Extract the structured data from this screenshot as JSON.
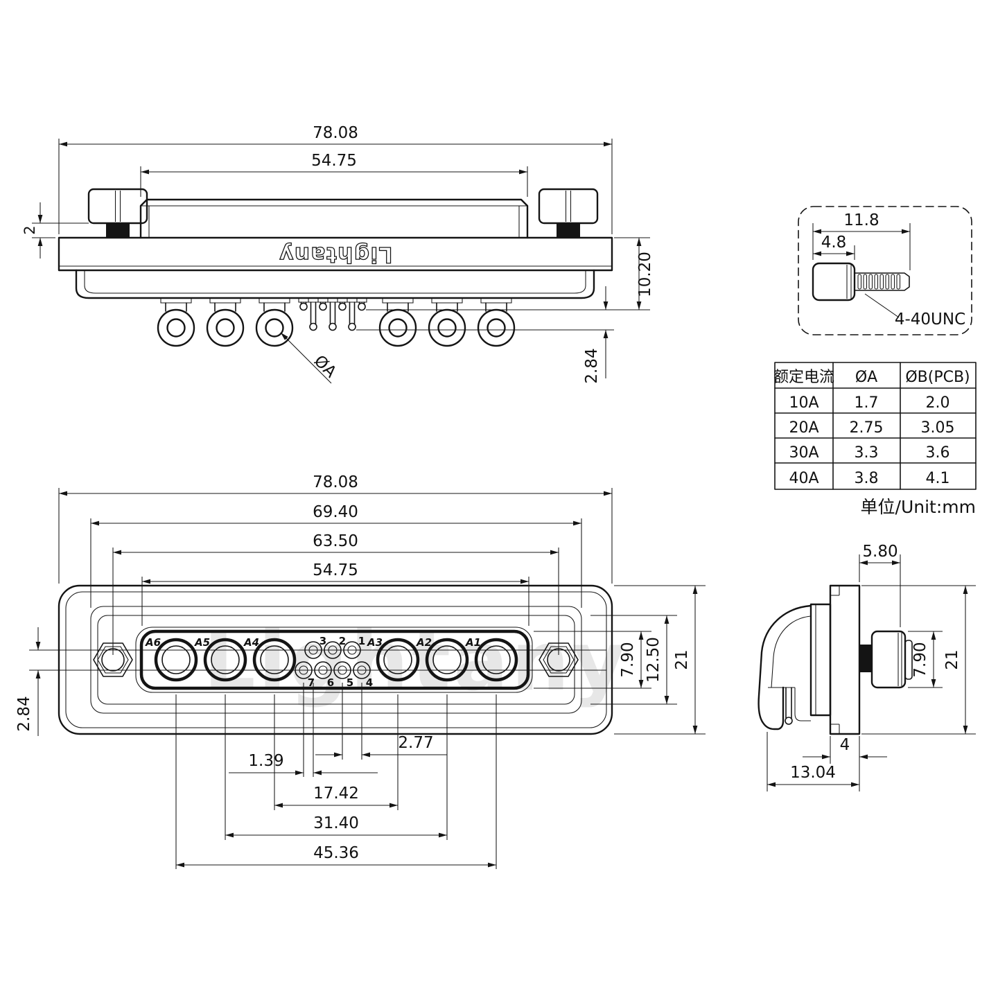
{
  "brand": {
    "logo_top_view": "Lightany",
    "watermark": "Lightany"
  },
  "top_view": {
    "dim_overall_width": "78.08",
    "dim_shell_width": "54.75",
    "dim_screw_standoff": "2",
    "dim_body_height": "10.20",
    "dim_pin_row_offset": "2.84",
    "callout_pin_diameter": "ØA"
  },
  "screw_detail": {
    "dim_total_length": "11.8",
    "dim_head_length": "4.8",
    "thread_spec": "4-40UNC"
  },
  "spec_table": {
    "headers": [
      "额定电流",
      "ØA",
      "ØB(PCB)"
    ],
    "rows": [
      [
        "10A",
        "1.7",
        "2.0"
      ],
      [
        "20A",
        "2.75",
        "3.05"
      ],
      [
        "30A",
        "3.3",
        "3.6"
      ],
      [
        "40A",
        "3.8",
        "4.1"
      ]
    ],
    "unit_note": "单位/Unit:mm"
  },
  "front_view": {
    "dim_overall_width": "78.08",
    "dim_flange_width": "69.40",
    "dim_mount_hole_span": "63.50",
    "dim_shell_width": "54.75",
    "dim_pin_row_offset": "2.84",
    "dim_insert_height": "7.90",
    "dim_shell_height": "12.50",
    "dim_overall_height": "21",
    "dim_signal_pitch": "2.77",
    "dim_row_stagger": "1.39",
    "dim_span_a4_a3": "17.42",
    "dim_span_a5_a2": "31.40",
    "dim_span_a6_a1": "45.36",
    "contact_labels": [
      "A6",
      "A5",
      "A4",
      "A3",
      "A2",
      "A1"
    ],
    "signal_pins_top": [
      "3",
      "2",
      "1"
    ],
    "signal_pins_bottom": [
      "7",
      "6",
      "5",
      "4"
    ]
  },
  "side_view": {
    "dim_screw_offset": "5.80",
    "dim_screw_boss": "7.90",
    "dim_overall_height": "21",
    "dim_flange_thickness": "4",
    "dim_depth": "13.04"
  }
}
